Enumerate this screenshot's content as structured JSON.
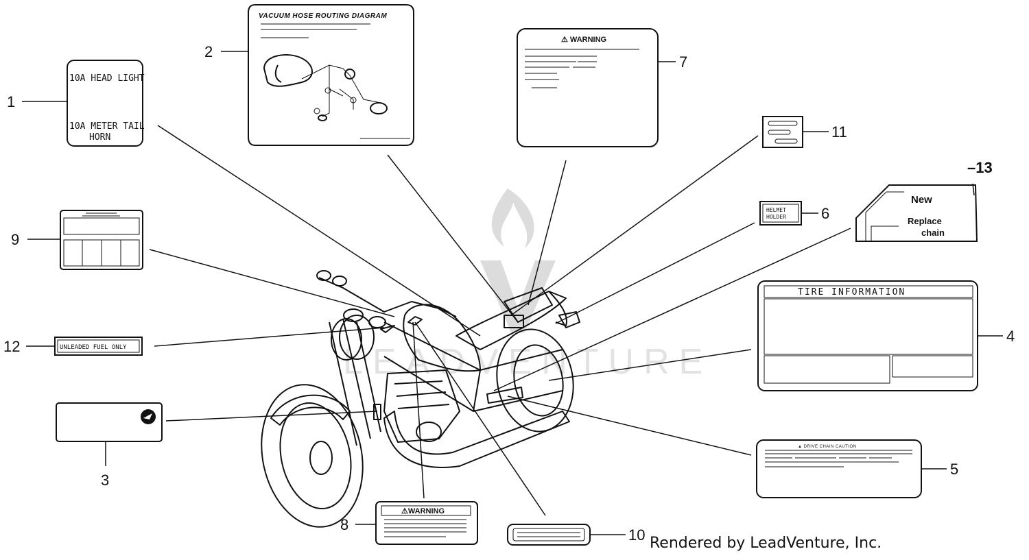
{
  "watermark": "LEADVENTURE",
  "footer": "Rendered by LeadVenture, Inc.",
  "callouts": {
    "c1": "1",
    "c2": "2",
    "c3": "3",
    "c4": "4",
    "c5": "5",
    "c6": "6",
    "c7": "7",
    "c8": "8",
    "c9": "9",
    "c10": "10",
    "c11": "11",
    "c12": "12",
    "c13": "–13"
  },
  "labels": {
    "fuse": {
      "line1": "10A HEAD LIGHT",
      "line2": "10A METER TAIL",
      "line3": "HORN"
    },
    "vacuum": {
      "title": "VACUUM HOSE ROUTING DIAGRAM"
    },
    "warning7": {
      "title": "⚠ WARNING"
    },
    "helmet": {
      "line1": "HELMET",
      "line2": "HOLDER"
    },
    "chain13": {
      "new": "New",
      "replace1": "Replace",
      "replace2": "chain"
    },
    "tire": {
      "title": "TIRE INFORMATION"
    },
    "fuel": {
      "text": "UNLEADED FUEL ONLY"
    },
    "drive": {
      "title": "▲ DRIVE CHAIN CAUTION"
    },
    "warning8": {
      "title": "⚠WARNING"
    }
  },
  "colors": {
    "ink": "#111111",
    "watermark": "#dcdcdc",
    "background": "#ffffff"
  }
}
